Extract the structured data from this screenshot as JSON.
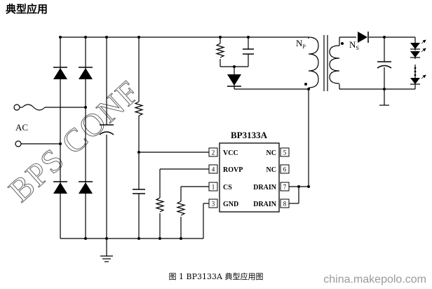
{
  "heading": "典型应用",
  "caption": "图 1 BP3133A 典型应用图",
  "source": "china.makepolo.com",
  "watermark": "BPS CONF",
  "labels": {
    "ac": "AC",
    "np_main": "N",
    "np_sub": "P",
    "ns_main": "N",
    "ns_sub": "S"
  },
  "chip": {
    "name": "BP3133A",
    "left_pins": [
      {
        "num": "2",
        "name": "VCC"
      },
      {
        "num": "4",
        "name": "ROVP"
      },
      {
        "num": "1",
        "name": "CS"
      },
      {
        "num": "3",
        "name": "GND"
      }
    ],
    "right_pins": [
      {
        "num": "5",
        "name": "NC"
      },
      {
        "num": "6",
        "name": "NC"
      },
      {
        "num": "7",
        "name": "DRAIN"
      },
      {
        "num": "8",
        "name": "DRAIN"
      }
    ]
  },
  "colors": {
    "wire": "#000000",
    "source_text": "#9a9a9a"
  }
}
